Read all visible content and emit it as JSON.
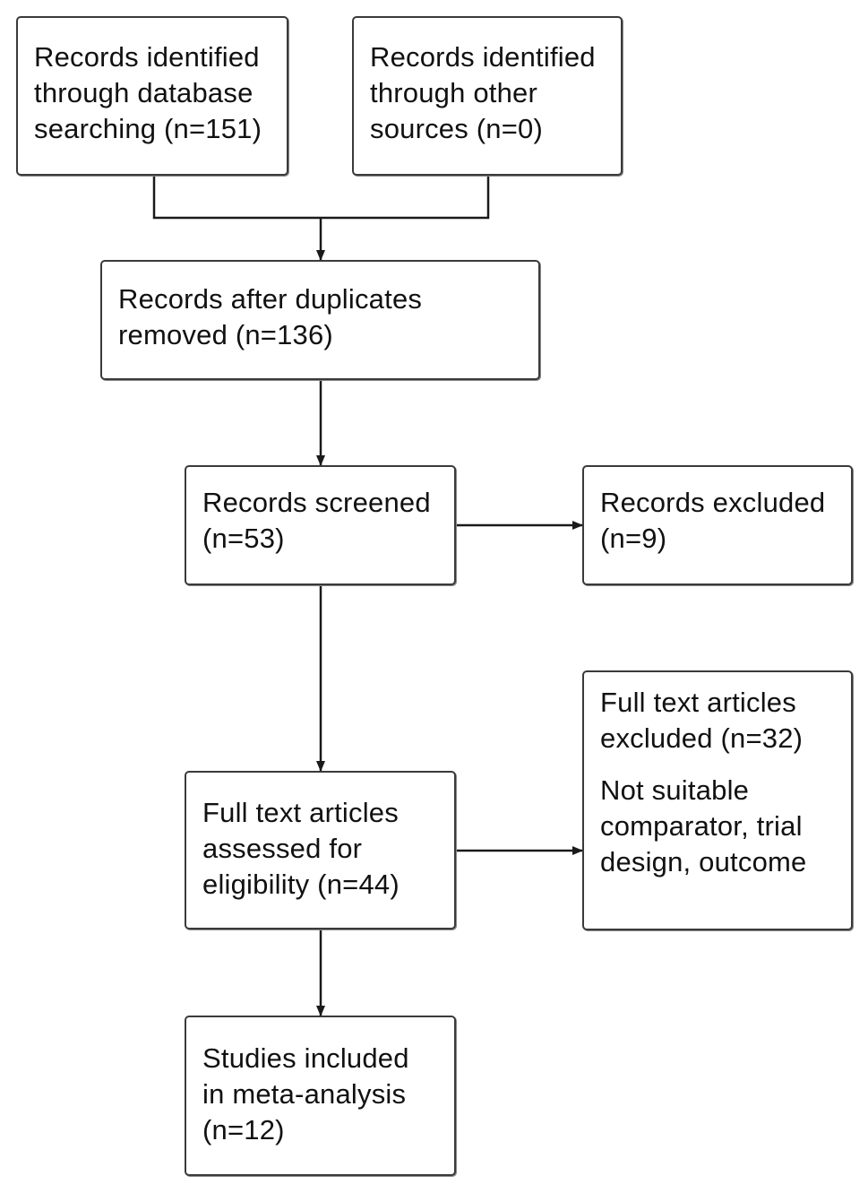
{
  "boxes": {
    "identified_database": "Records identified\nthrough database\nsearching (n=151)",
    "identified_other": "Records identified\nthrough other\nsources (n=0)",
    "after_duplicates": "Records after duplicates\nremoved (n=136)",
    "screened": "Records screened\n(n=53)",
    "excluded": "Records excluded\n(n=9)",
    "full_text_assessed": "Full text articles\nassessed for\neligibility (n=44)",
    "full_text_excluded": "Full text articles\nexcluded (n=32)",
    "full_text_excluded_reasons": "Not suitable\ncomparator, trial\ndesign, outcome",
    "included": "Studies included\nin meta-analysis\n(n=12)"
  },
  "colors": {
    "line": "#1a1a1a",
    "border": "#3a3a3a",
    "background": "#ffffff"
  }
}
